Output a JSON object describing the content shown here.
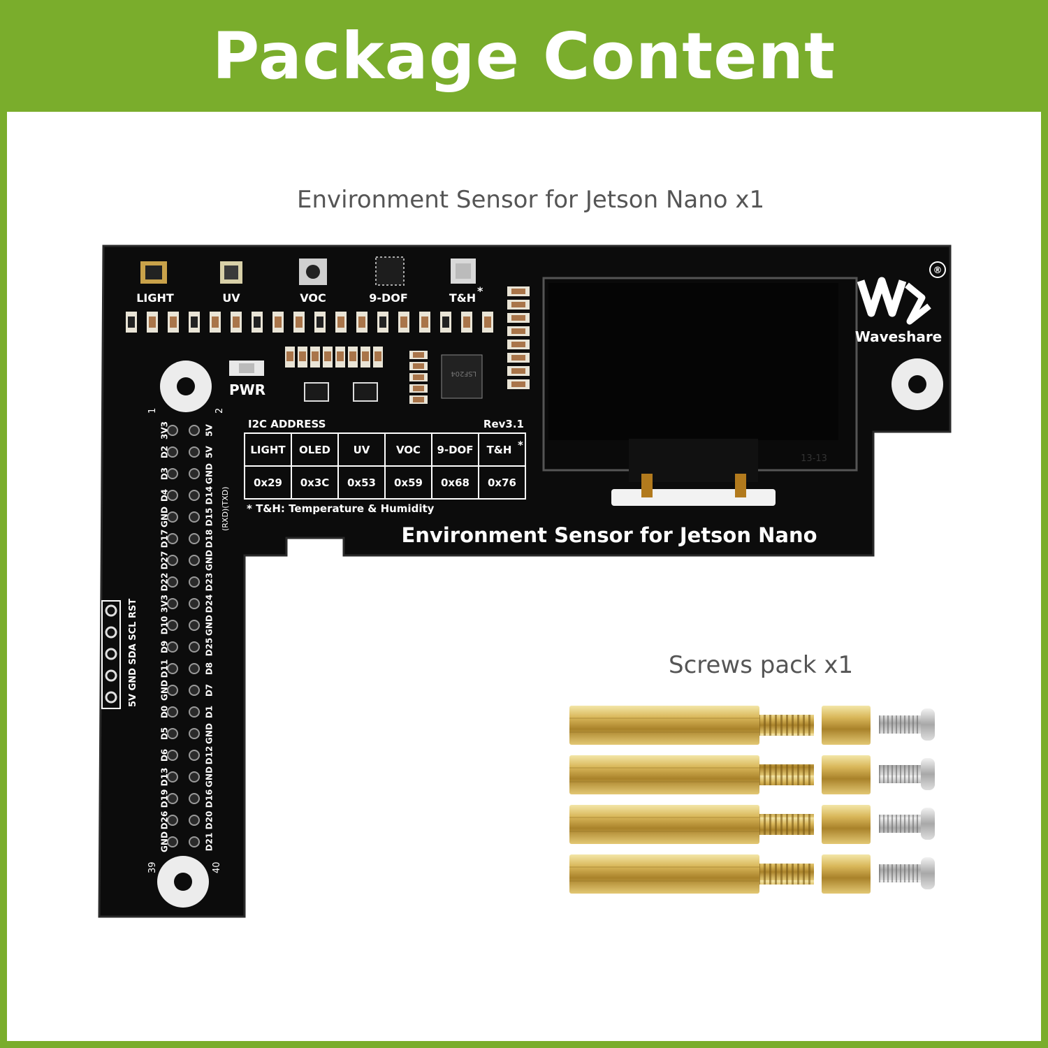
{
  "header": {
    "title": "Package Content"
  },
  "captions": {
    "board": "Environment Sensor for Jetson Nano x1",
    "screws": "Screws pack x1"
  },
  "board": {
    "sensor_labels": [
      "LIGHT",
      "UV",
      "VOC",
      "9-DOF",
      "T&H"
    ],
    "asterisk": "*",
    "pwr": "PWR",
    "brand": "Waveshare",
    "registered": "®",
    "i2c_title": "I2C ADDRESS",
    "rev": "Rev3.1",
    "i2c_headers": [
      "LIGHT",
      "OLED",
      "UV",
      "VOC",
      "9-DOF",
      "T&H"
    ],
    "i2c_values": [
      "0x29",
      "0x3C",
      "0x53",
      "0x59",
      "0x68",
      "0x76"
    ],
    "footnote": "* T&H: Temperature & Humidity",
    "name": "Environment Sensor for Jetson Nano",
    "oled_mark": "13-13",
    "pin_1": "1",
    "pin_2": "2",
    "pin_39": "39",
    "pin_40": "40",
    "left_pins": [
      "3V3",
      "D2",
      "D3",
      "D4",
      "GND",
      "D17",
      "D27",
      "D22",
      "3V3",
      "D10",
      "D9",
      "D11",
      "GND",
      "D0",
      "D5",
      "D6",
      "D13",
      "D19",
      "D26",
      "GND"
    ],
    "right_pins": [
      "5V",
      "5V",
      "GND",
      "D14",
      "D15",
      "D18",
      "GND",
      "D23",
      "D24",
      "GND",
      "D25",
      "D8",
      "D7",
      "D1",
      "GND",
      "D12",
      "GND",
      "D16",
      "D20",
      "D21"
    ],
    "uart_label": "(RXD)(TXD)",
    "header_5pin_label": "5V GND SDA SCL RST"
  }
}
